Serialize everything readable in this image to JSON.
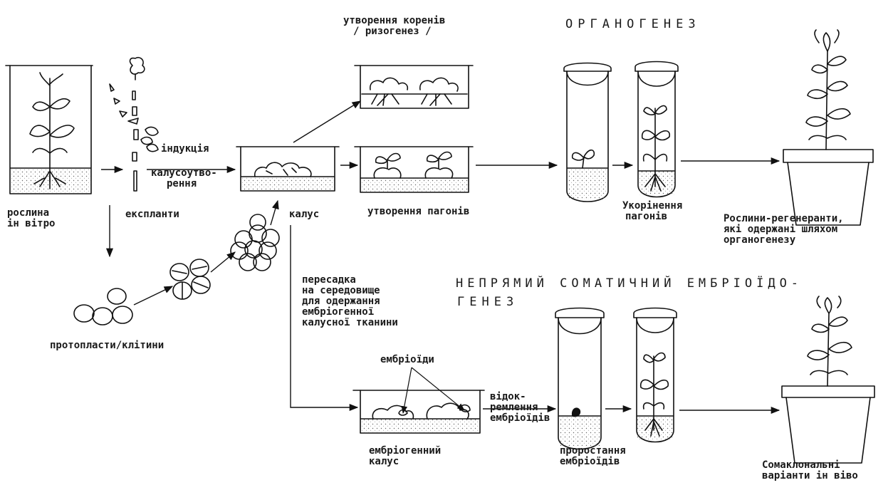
{
  "headings": {
    "organogenesis": "ОРГАНОГЕНЕЗ",
    "embryo_line1": "НЕПРЯМИЙ СОМАТИЧНИЙ ЕМБРІОЇДО-",
    "embryo_line2": "ГЕНЕЗ"
  },
  "labels": {
    "plant_in_vitro": [
      "рослина",
      "ін вітро"
    ],
    "explants": "експланти",
    "induction": "індукція",
    "callus_formation": [
      "калусоутво-",
      "рення"
    ],
    "callus": "калус",
    "root_formation": [
      "утворення коренів",
      "/ ризогенез /"
    ],
    "shoot_formation": "утворення пагонів",
    "shoot_rooting": [
      "Укорінення",
      "пагонів"
    ],
    "regenerants": [
      "Рослини-регенеранти,",
      "які одержані шляхом",
      "органогенезу"
    ],
    "protoplasts": "протопласти/клітини",
    "transfer": [
      "пересадка",
      "на середовище",
      "для одержання",
      "ембріогенної",
      "калусної тканини"
    ],
    "embryoids": "ембріоїди",
    "embryogenic_callus": [
      "ембріогенний",
      "калус"
    ],
    "separation": [
      "відок-",
      "ремлення",
      "ембріоїдів"
    ],
    "germination": [
      "проростання",
      "ембріоїдів"
    ],
    "somaclonal": [
      "Сомаклональні",
      "варіанти ін віво"
    ]
  }
}
